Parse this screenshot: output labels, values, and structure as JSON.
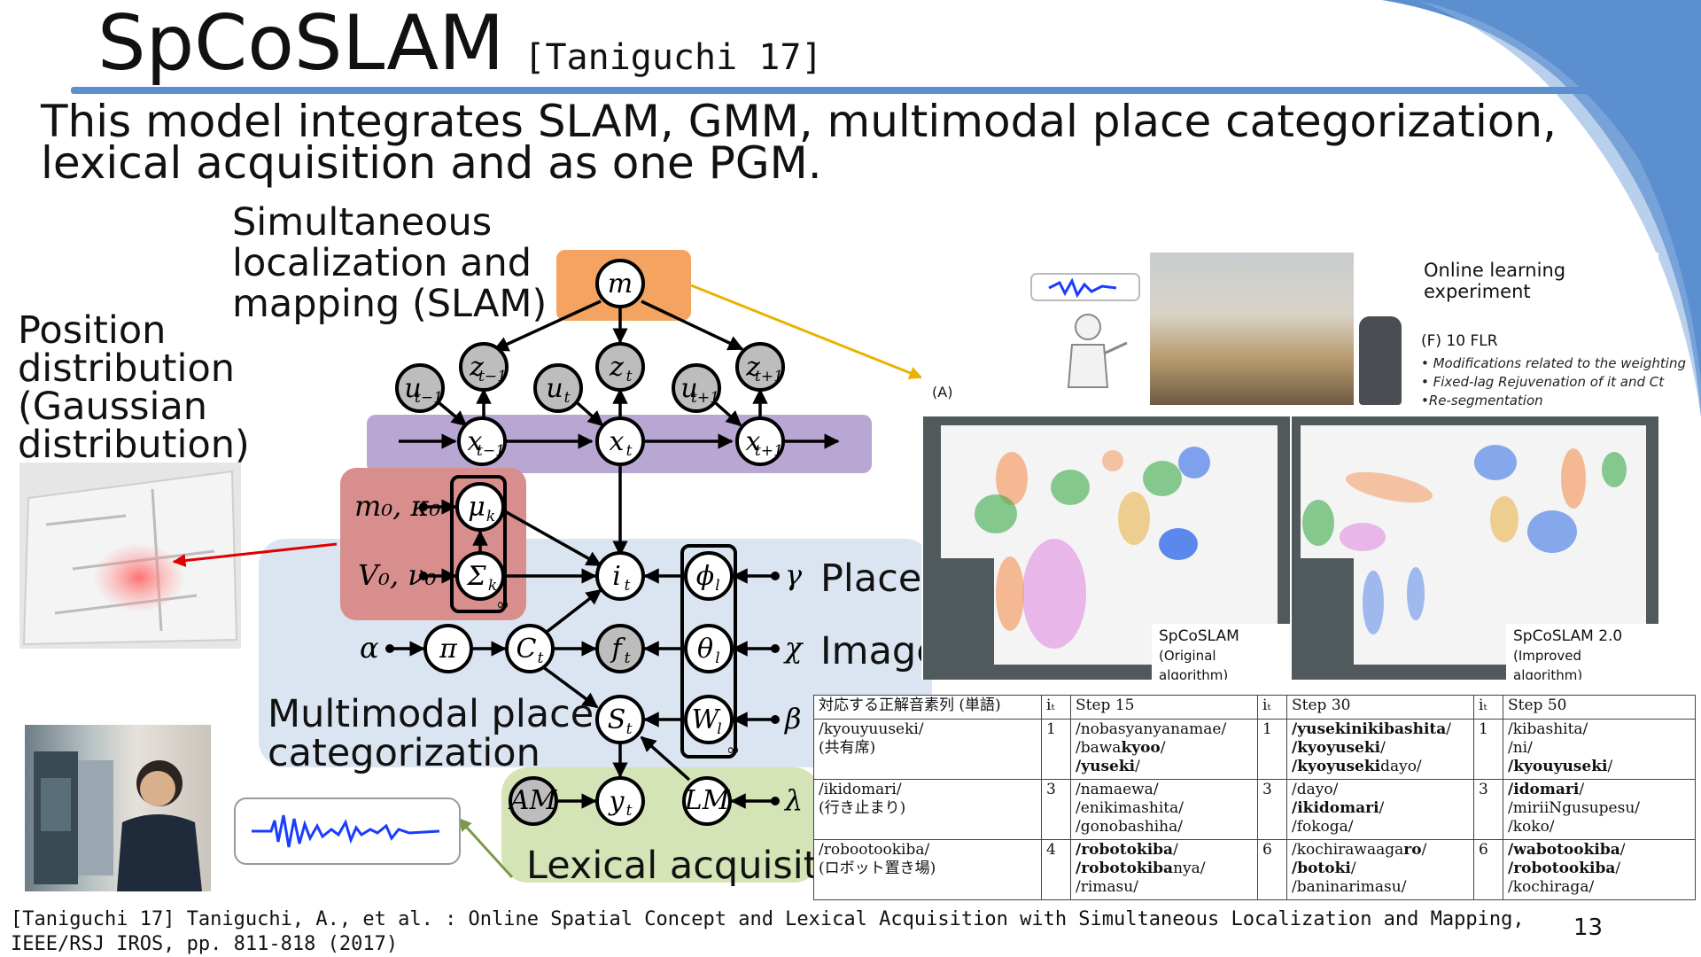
{
  "slide": {
    "title": "SpCoSLAM",
    "title_cite": "[Taniguchi 17]",
    "subtitle": "This model integrates SLAM, GMM, multimodal place categorization, lexical acquisition and as one PGM.",
    "page_number": "13",
    "footer": "[Taniguchi 17] Taniguchi, A., et al. : Online Spatial Concept and Lexical Acquisition with Simultaneous Localization and Mapping, IEEE/RSJ IROS, pp. 811-818 (2017)"
  },
  "labels": {
    "slam": "Simultaneous localization and mapping (SLAM)",
    "slam_lines": [
      "Simultaneous",
      "localization and",
      "mapping (SLAM)"
    ],
    "position_lines": [
      "Position",
      "distribution",
      "(Gaussian",
      "distribution)"
    ],
    "place": "Place",
    "image": "Image",
    "multimodal_lines": [
      "Multimodal place",
      "categorization"
    ],
    "lexical": "Lexical acquisiti"
  },
  "pgm": {
    "nodes": {
      "m": "m",
      "z": "z",
      "u": "u",
      "x": "x",
      "mu": "μ",
      "sigma": "Σ",
      "i": "i",
      "phi": "ϕ",
      "pi": "π",
      "C": "C",
      "f": "f",
      "theta": "θ",
      "S": "S",
      "W": "W",
      "AM": "AM",
      "y": "y",
      "LM": "LM"
    },
    "subscripts": {
      "tm1": "t−1",
      "t": "t",
      "tp1": "t+1",
      "k": "k",
      "l": "l"
    },
    "params": {
      "m0k0": "m₀, κ₀",
      "V0v0": "V₀, ν₀",
      "alpha": "α",
      "gamma": "γ",
      "chi": "χ",
      "beta": "β",
      "lambda": "λ"
    },
    "plate_symbol": "∞"
  },
  "experiment": {
    "title": "Online learning experiment",
    "panel_label": "(A)",
    "condition": "(F)  10 FLR",
    "notes": [
      "• Modifications related to the weighting",
      "• Fixed-lag Rejuvenation of it and Ct",
      "•Re-segmentation"
    ],
    "map_left": {
      "name": "SpCoSLAM",
      "desc": "(Original algorithm)"
    },
    "map_right": {
      "name": "SpCoSLAM 2.0",
      "desc": "(Improved algorithm)"
    }
  },
  "table": {
    "headers": [
      "対応する正解音素列 (単語)",
      "iₜ",
      "Step 15",
      "iₜ",
      "Step 30",
      "iₜ",
      "Step 50"
    ],
    "rows": [
      {
        "word": [
          "/kyouyuuseki/",
          "(共有席)"
        ],
        "i15": "1",
        "s15": [
          [
            "/nobasyanyanamae/",
            ""
          ],
          [
            "/bawa",
            "kyoo",
            "/"
          ],
          [
            "",
            "/yuseki",
            "/"
          ]
        ],
        "i30": "1",
        "s30": [
          [
            "",
            "/yusekinikibashita",
            "/"
          ],
          [
            "",
            "/kyoyuseki",
            "/"
          ],
          [
            "",
            "/kyoyuseki",
            "dayo/"
          ]
        ],
        "i50": "1",
        "s50": [
          [
            "/kibashita/",
            ""
          ],
          [
            "/ni/",
            ""
          ],
          [
            "",
            "/kyouyuseki",
            "/"
          ]
        ]
      },
      {
        "word": [
          "/ikidomari/",
          "(行き止まり)"
        ],
        "i15": "3",
        "s15": [
          [
            "/namaewa/",
            ""
          ],
          [
            "/enikimashita/",
            ""
          ],
          [
            "/gonobashiha/",
            ""
          ]
        ],
        "i30": "3",
        "s30": [
          [
            "/dayo/",
            ""
          ],
          [
            "",
            "/ikidomari",
            "/"
          ],
          [
            "/fokoga/",
            ""
          ]
        ],
        "i50": "3",
        "s50": [
          [
            "",
            "/idomari",
            "/"
          ],
          [
            "/miriiNgusupesu/",
            ""
          ],
          [
            "/koko/",
            ""
          ]
        ]
      },
      {
        "word": [
          "/robootookiba/",
          "(ロボット置き場)"
        ],
        "i15": "4",
        "s15": [
          [
            "",
            "/robotokiba",
            "/"
          ],
          [
            "",
            "/robotokiba",
            "nya/"
          ],
          [
            "/rimasu/",
            ""
          ]
        ],
        "i30": "6",
        "s30": [
          [
            "/kochirawaaga",
            "ro",
            "/"
          ],
          [
            "",
            "/botoki",
            "/"
          ],
          [
            "/baninarimasu/",
            ""
          ]
        ],
        "i50": "6",
        "s50": [
          [
            "",
            "/wabotookiba",
            "/"
          ],
          [
            "",
            "/robotookiba",
            "/"
          ],
          [
            "/kochiraga/",
            ""
          ]
        ]
      }
    ]
  },
  "colors": {
    "rule": "#5b8fd0",
    "corner": "#5b8fd0",
    "slam_box": "#f4a460",
    "x_band": "#b9a7d3",
    "gaussian_box": "#d98e8e",
    "multimodal": "#dbe5f1",
    "lexical": "#d5e4b6"
  }
}
